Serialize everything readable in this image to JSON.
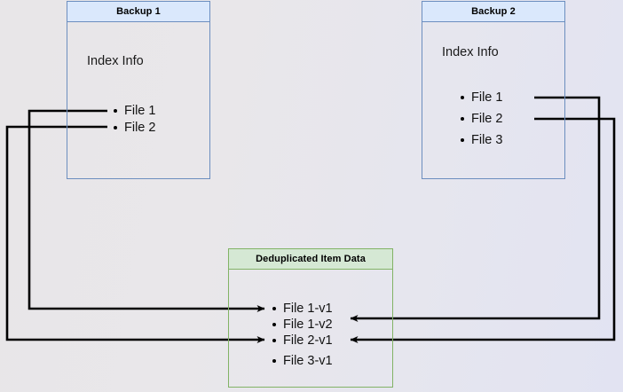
{
  "diagram": {
    "type": "backup-deduplication-flow",
    "background": {
      "gradient_from": "#e8e6e8",
      "gradient_to": "#e2e3f2"
    },
    "colors": {
      "blue_fill": "#dae8fc",
      "blue_stroke": "#6c8ebf",
      "green_fill": "#d5e8d4",
      "green_stroke": "#82b366",
      "connector": "#000000"
    },
    "boxes": [
      {
        "id": "backup1",
        "title": "Backup 1",
        "subtitle": "Index Info",
        "items": [
          "File 1",
          "File 2"
        ]
      },
      {
        "id": "backup2",
        "title": "Backup 2",
        "subtitle": "Index Info",
        "items": [
          "File 1",
          "File 2",
          "File 3"
        ]
      },
      {
        "id": "dedup",
        "title": "Deduplicated Item Data",
        "subtitle": "",
        "items": [
          "File 1-v1",
          "File 1-v2",
          "File 2-v1",
          "File 3-v1"
        ]
      }
    ],
    "connectors": [
      {
        "from": "backup1.File 1",
        "to": "dedup.File 1-v1",
        "route": "left"
      },
      {
        "from": "backup1.File 2",
        "to": "dedup.File 2-v1",
        "route": "left"
      },
      {
        "from": "backup2.File 1",
        "to": "dedup.File 1-v2",
        "route": "right"
      },
      {
        "from": "backup2.File 2",
        "to": "dedup.File 2-v1",
        "route": "right"
      }
    ]
  }
}
